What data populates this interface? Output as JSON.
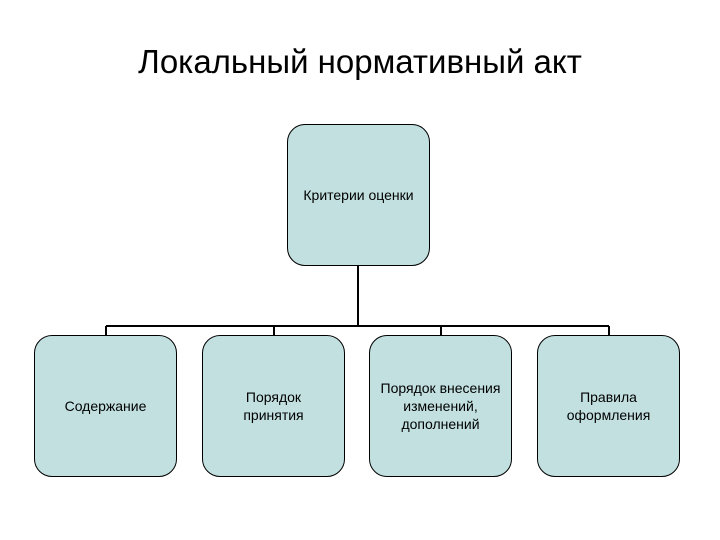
{
  "title": "Локальный нормативный акт",
  "colors": {
    "node_fill": "#c2e0e0",
    "node_border": "#000000",
    "connector": "#000000"
  },
  "root": {
    "label": "Критерии оценки"
  },
  "children": [
    {
      "label": "Содержание"
    },
    {
      "label": "Порядок\nпринятия"
    },
    {
      "label": "Порядок внесения\nизменений,\nдополнений"
    },
    {
      "label": "Правила\nоформления"
    }
  ]
}
